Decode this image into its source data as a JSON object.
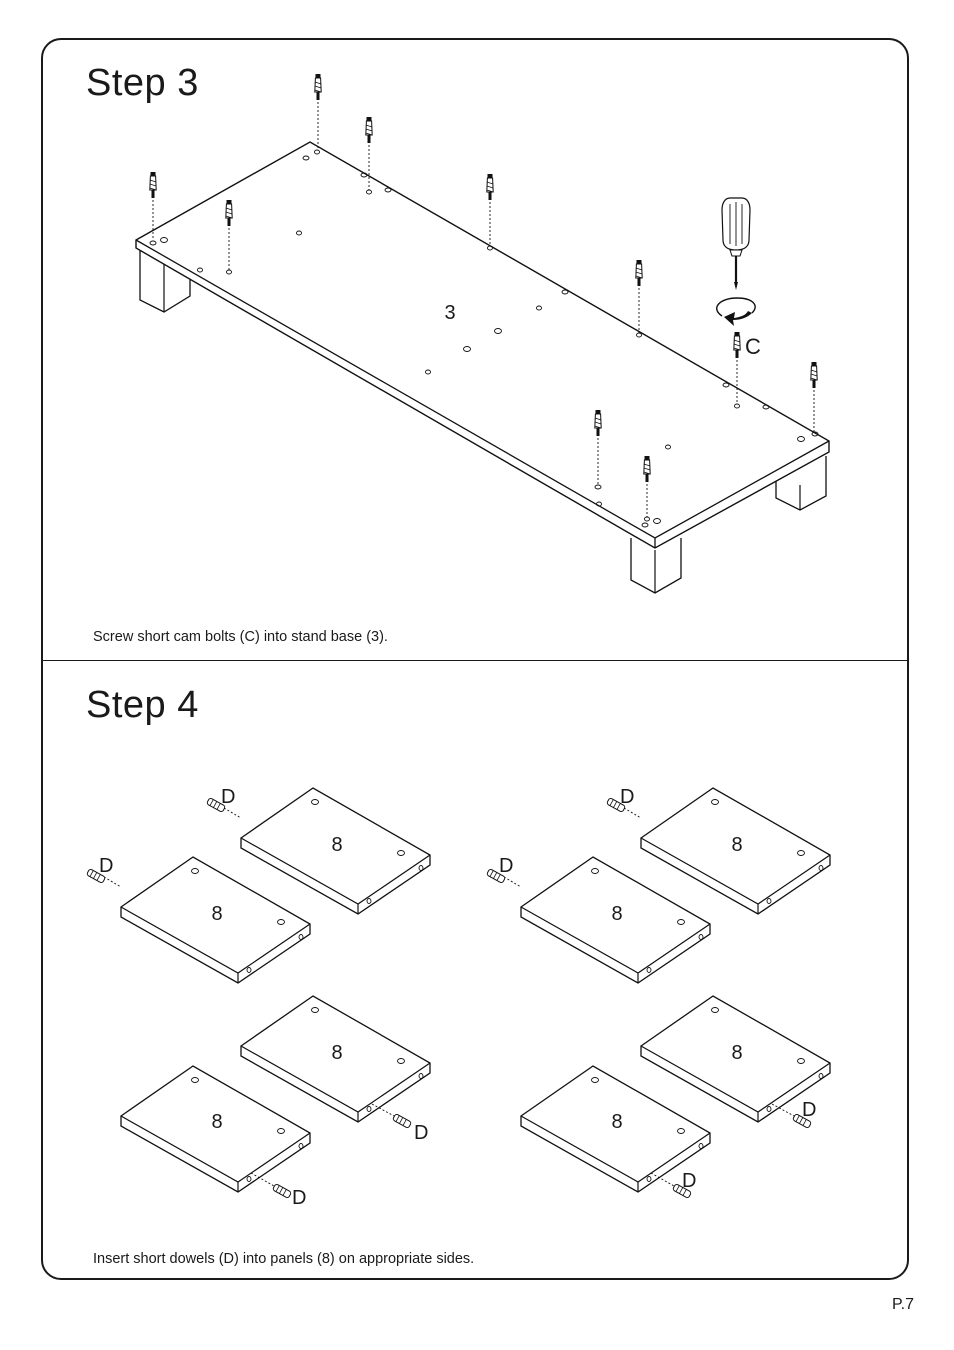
{
  "step3": {
    "title": "Step  3",
    "part_label": "3",
    "bolt_label": "C",
    "caption": "Screw short cam bolts (C) into stand base (3).",
    "tool_icon": "screwdriver-icon",
    "rotate_icon": "rotate-clockwise-icon"
  },
  "step4": {
    "title": "Step  4",
    "panel_label": "8",
    "dowel_label": "D",
    "caption": "Insert short dowels (D) into panels (8) on appropriate sides."
  },
  "page_number": "P.7"
}
